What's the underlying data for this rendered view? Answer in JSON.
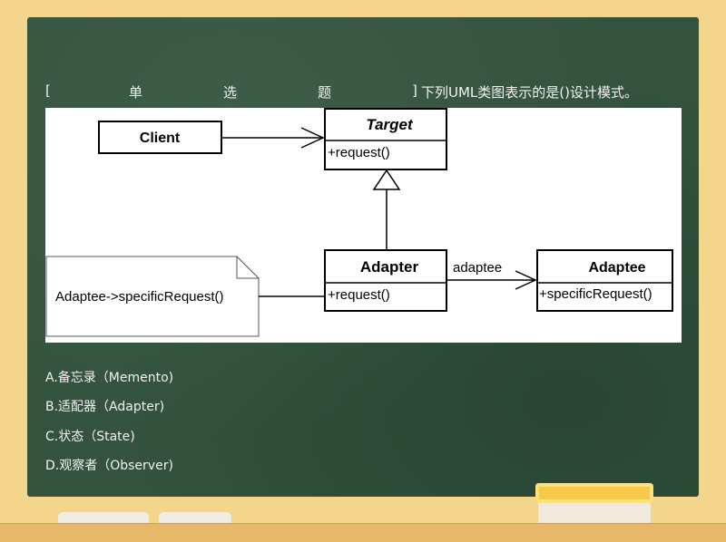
{
  "question": {
    "bracket_open": "[",
    "type_chars": [
      "单",
      "选",
      "题"
    ],
    "bracket_close": "]",
    "text": "下列UML类图表示的是()设计模式。"
  },
  "diagram": {
    "client": "Client",
    "target_name": "Target",
    "target_method": "+request()",
    "adapter_name": "Adapter",
    "adapter_method": "+request()",
    "adaptee_name": "Adaptee",
    "adaptee_method": "+specificRequest()",
    "association_label": "adaptee",
    "note": "Adaptee->specificRequest()"
  },
  "options": [
    {
      "label": "A.备忘录（Memento)"
    },
    {
      "label": "B.适配器（Adapter)"
    },
    {
      "label": "C.状态（State)"
    },
    {
      "label": "D.观察者（Observer)"
    }
  ],
  "colors": {
    "board": "#34533e",
    "frame": "#f3d58b",
    "text": "#f2f2f2"
  }
}
